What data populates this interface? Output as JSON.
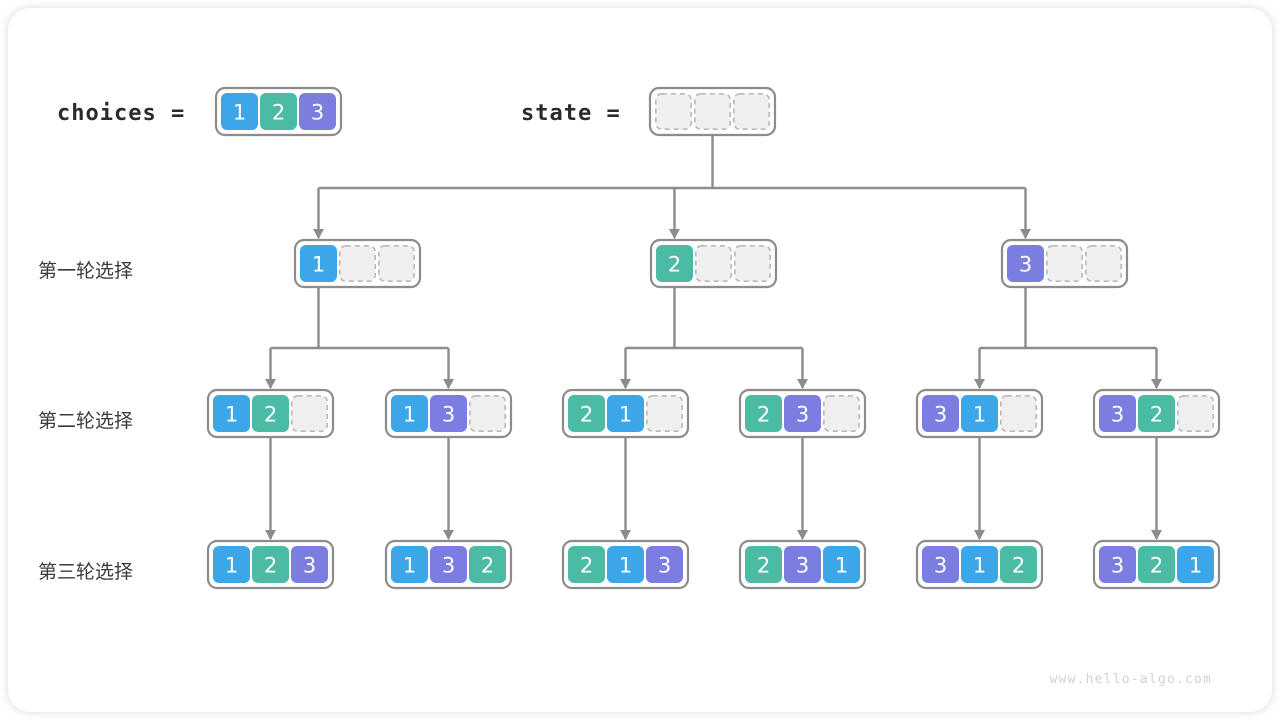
{
  "title": "Permutation backtracking tree",
  "legend": {
    "choices_label": "choices =",
    "choices_values": [
      "1",
      "2",
      "3"
    ],
    "state_label": "state =",
    "state_values": [
      "",
      "",
      ""
    ]
  },
  "row_labels": [
    "第一轮选择",
    "第二轮选择",
    "第三轮选择"
  ],
  "colors": {
    "one": "#3BA7E8",
    "two": "#4CBBA5",
    "three": "#7B7EE0",
    "empty_fill": "#EFEFEF",
    "empty_stroke": "#B9B9B9",
    "frame_stroke": "#8C8C8C",
    "edge": "#8C8C8C",
    "text": "#2B2B2B",
    "watermark": "#D2D2D2"
  },
  "rows": [
    {
      "name": "first-round",
      "boxes": [
        {
          "cells": [
            "1",
            "",
            ""
          ]
        },
        {
          "cells": [
            "2",
            "",
            ""
          ]
        },
        {
          "cells": [
            "3",
            "",
            ""
          ]
        }
      ]
    },
    {
      "name": "second-round",
      "boxes": [
        {
          "cells": [
            "1",
            "2",
            ""
          ]
        },
        {
          "cells": [
            "1",
            "3",
            ""
          ]
        },
        {
          "cells": [
            "2",
            "1",
            ""
          ]
        },
        {
          "cells": [
            "2",
            "3",
            ""
          ]
        },
        {
          "cells": [
            "3",
            "1",
            ""
          ]
        },
        {
          "cells": [
            "3",
            "2",
            ""
          ]
        }
      ]
    },
    {
      "name": "third-round",
      "boxes": [
        {
          "cells": [
            "1",
            "2",
            "3"
          ]
        },
        {
          "cells": [
            "1",
            "3",
            "2"
          ]
        },
        {
          "cells": [
            "2",
            "1",
            "3"
          ]
        },
        {
          "cells": [
            "2",
            "3",
            "1"
          ]
        },
        {
          "cells": [
            "3",
            "1",
            "2"
          ]
        },
        {
          "cells": [
            "3",
            "2",
            "1"
          ]
        }
      ]
    }
  ],
  "watermark": "www.hello-algo.com"
}
